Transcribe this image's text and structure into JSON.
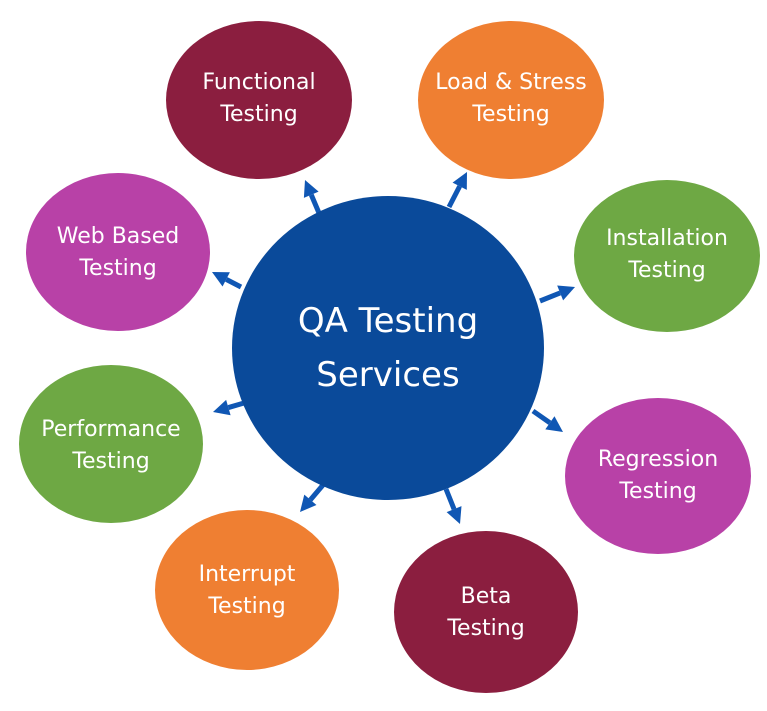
{
  "center": {
    "line1": "QA Testing",
    "line2": "Services",
    "color": "#0a4a9a"
  },
  "arrow_color": "#1057b4",
  "nodes": [
    {
      "id": "functional",
      "line1": "Functional",
      "line2": "Testing",
      "color": "#8b1e3f"
    },
    {
      "id": "load-stress",
      "line1": "Load & Stress",
      "line2": "Testing",
      "color": "#ef7f32"
    },
    {
      "id": "installation",
      "line1": "Installation",
      "line2": "Testing",
      "color": "#6ea844"
    },
    {
      "id": "regression",
      "line1": "Regression",
      "line2": "Testing",
      "color": "#b841a7"
    },
    {
      "id": "beta",
      "line1": "Beta",
      "line2": "Testing",
      "color": "#8b1e3f"
    },
    {
      "id": "interrupt",
      "line1": "Interrupt",
      "line2": "Testing",
      "color": "#ef7f32"
    },
    {
      "id": "performance",
      "line1": "Performance",
      "line2": "Testing",
      "color": "#6ea844"
    },
    {
      "id": "web-based",
      "line1": "Web Based",
      "line2": "Testing",
      "color": "#b841a7"
    }
  ]
}
